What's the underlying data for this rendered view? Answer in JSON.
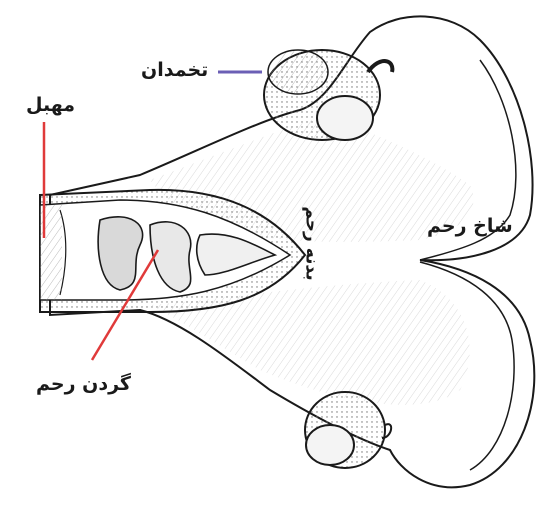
{
  "labels": {
    "ovary": "تخمدان",
    "vagina": "مهبل",
    "uterine_horn": "شاخ رحم",
    "uterine_body": "بدنه رحم",
    "cervix": "گردن رحم"
  },
  "colors": {
    "ovary_pointer": "#6b5fb5",
    "vagina_pointer": "#e03a3a",
    "cervix_pointer": "#e03a3a",
    "outline": "#1a1a1a"
  }
}
